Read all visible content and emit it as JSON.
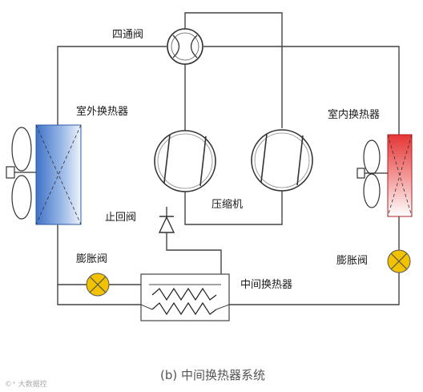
{
  "labels": {
    "four_way_valve": "四通阀",
    "outdoor_hx": "室外换热器",
    "indoor_hx": "室内换热器",
    "check_valve": "止回阀",
    "compressor": "压缩机",
    "expansion_valve_left": "膨胀阀",
    "expansion_valve_right": "膨胀阀",
    "intermediate_hx": "中间换热器"
  },
  "caption": "(b) 中间换热器系统",
  "watermark": "©⁺ 大数据控",
  "colors": {
    "outdoor_hx": "#4a7fd0",
    "indoor_hx": "#e84040",
    "expansion_valve": "#f2c200",
    "pipe": "#444444"
  }
}
